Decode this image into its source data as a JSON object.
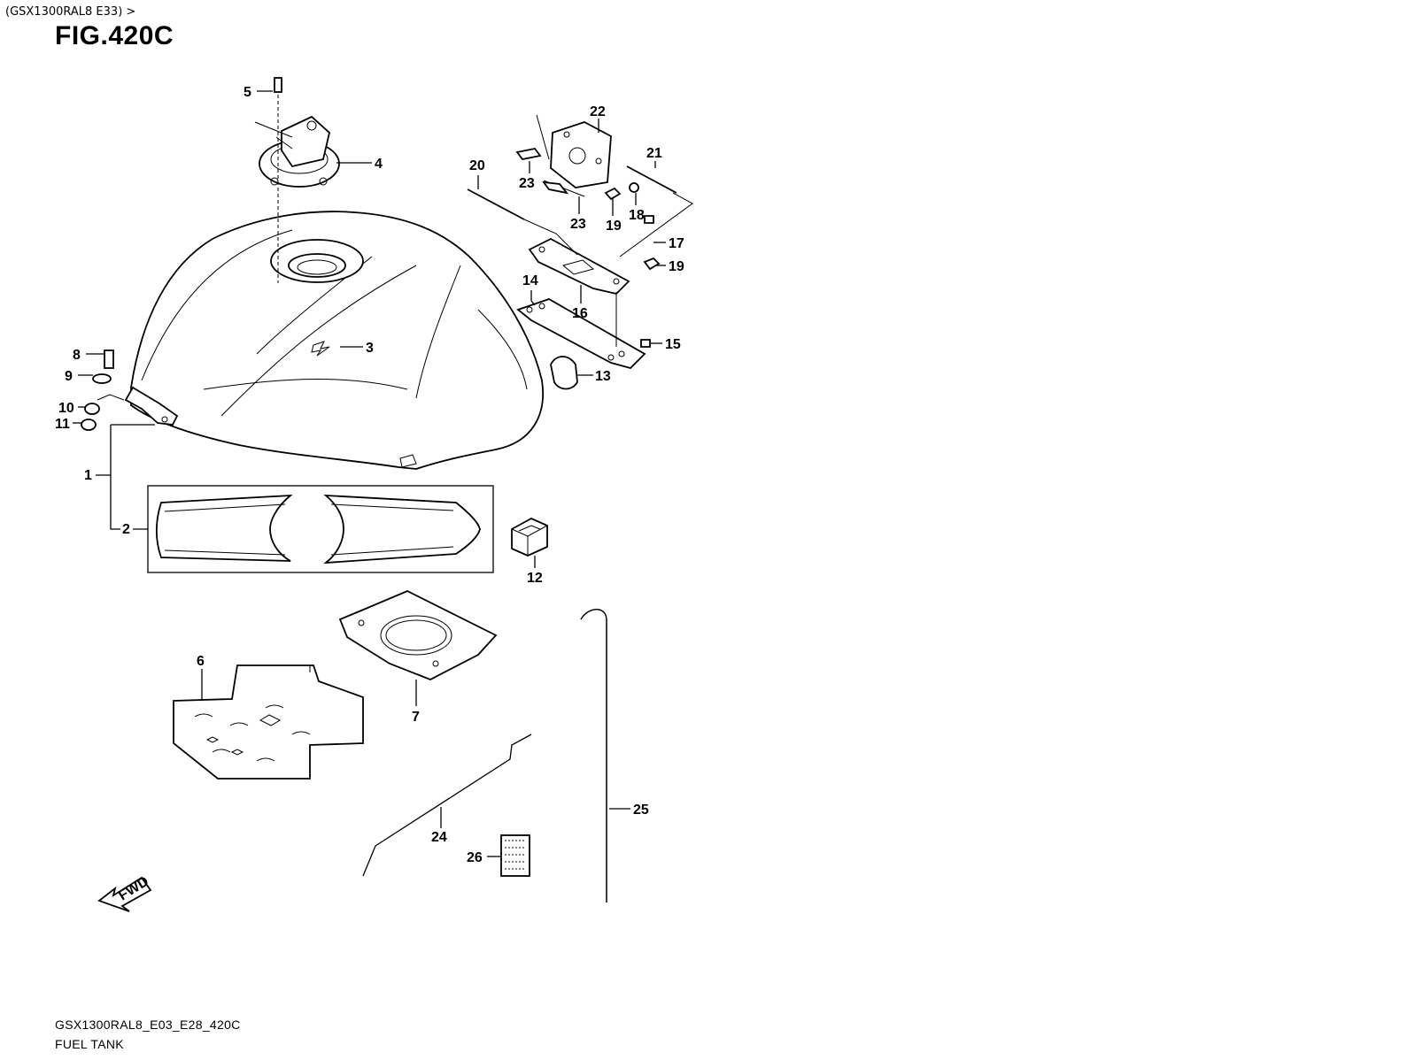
{
  "header": {
    "breadcrumb": "(GSX1300RAL8 E33) >",
    "figure_title": "FIG.420C"
  },
  "footer": {
    "code": "GSX1300RAL8_E03_E28_420C",
    "title": "FUEL TANK"
  },
  "fwd_label": "FWD",
  "callouts": [
    "1",
    "2",
    "3",
    "4",
    "5",
    "6",
    "7",
    "8",
    "9",
    "10",
    "11",
    "12",
    "13",
    "14",
    "15",
    "16",
    "17",
    "18",
    "19",
    "19",
    "20",
    "21",
    "22",
    "23",
    "23",
    "24",
    "25",
    "26"
  ]
}
